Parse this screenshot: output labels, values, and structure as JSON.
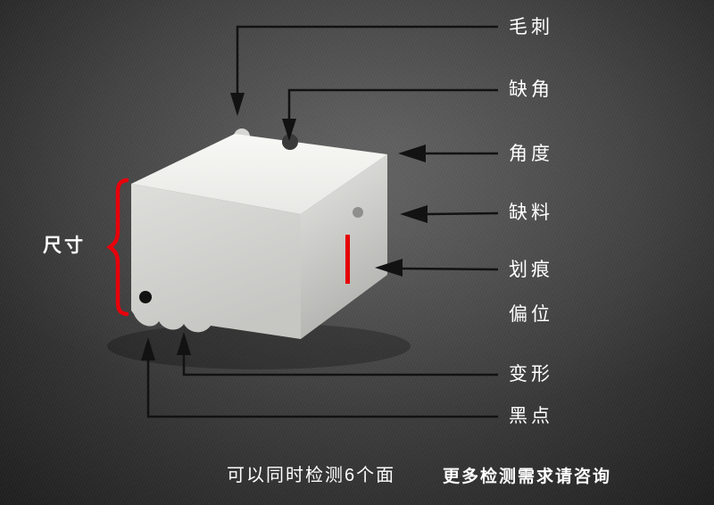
{
  "dimension_label": "尺寸",
  "defects": [
    {
      "label": "毛刺"
    },
    {
      "label": "缺角"
    },
    {
      "label": "角度"
    },
    {
      "label": "缺料"
    },
    {
      "label": "划痕"
    },
    {
      "label": "偏位"
    },
    {
      "label": "变形"
    },
    {
      "label": "黑点"
    }
  ],
  "footer": {
    "claim": "可以同时检测6个面",
    "cta": "更多检测需求请咨询"
  },
  "colors": {
    "highlight_red": "#e60000",
    "connector_black": "#121212",
    "label_white": "#ffffff",
    "background_dark": "#3b3b3b"
  }
}
